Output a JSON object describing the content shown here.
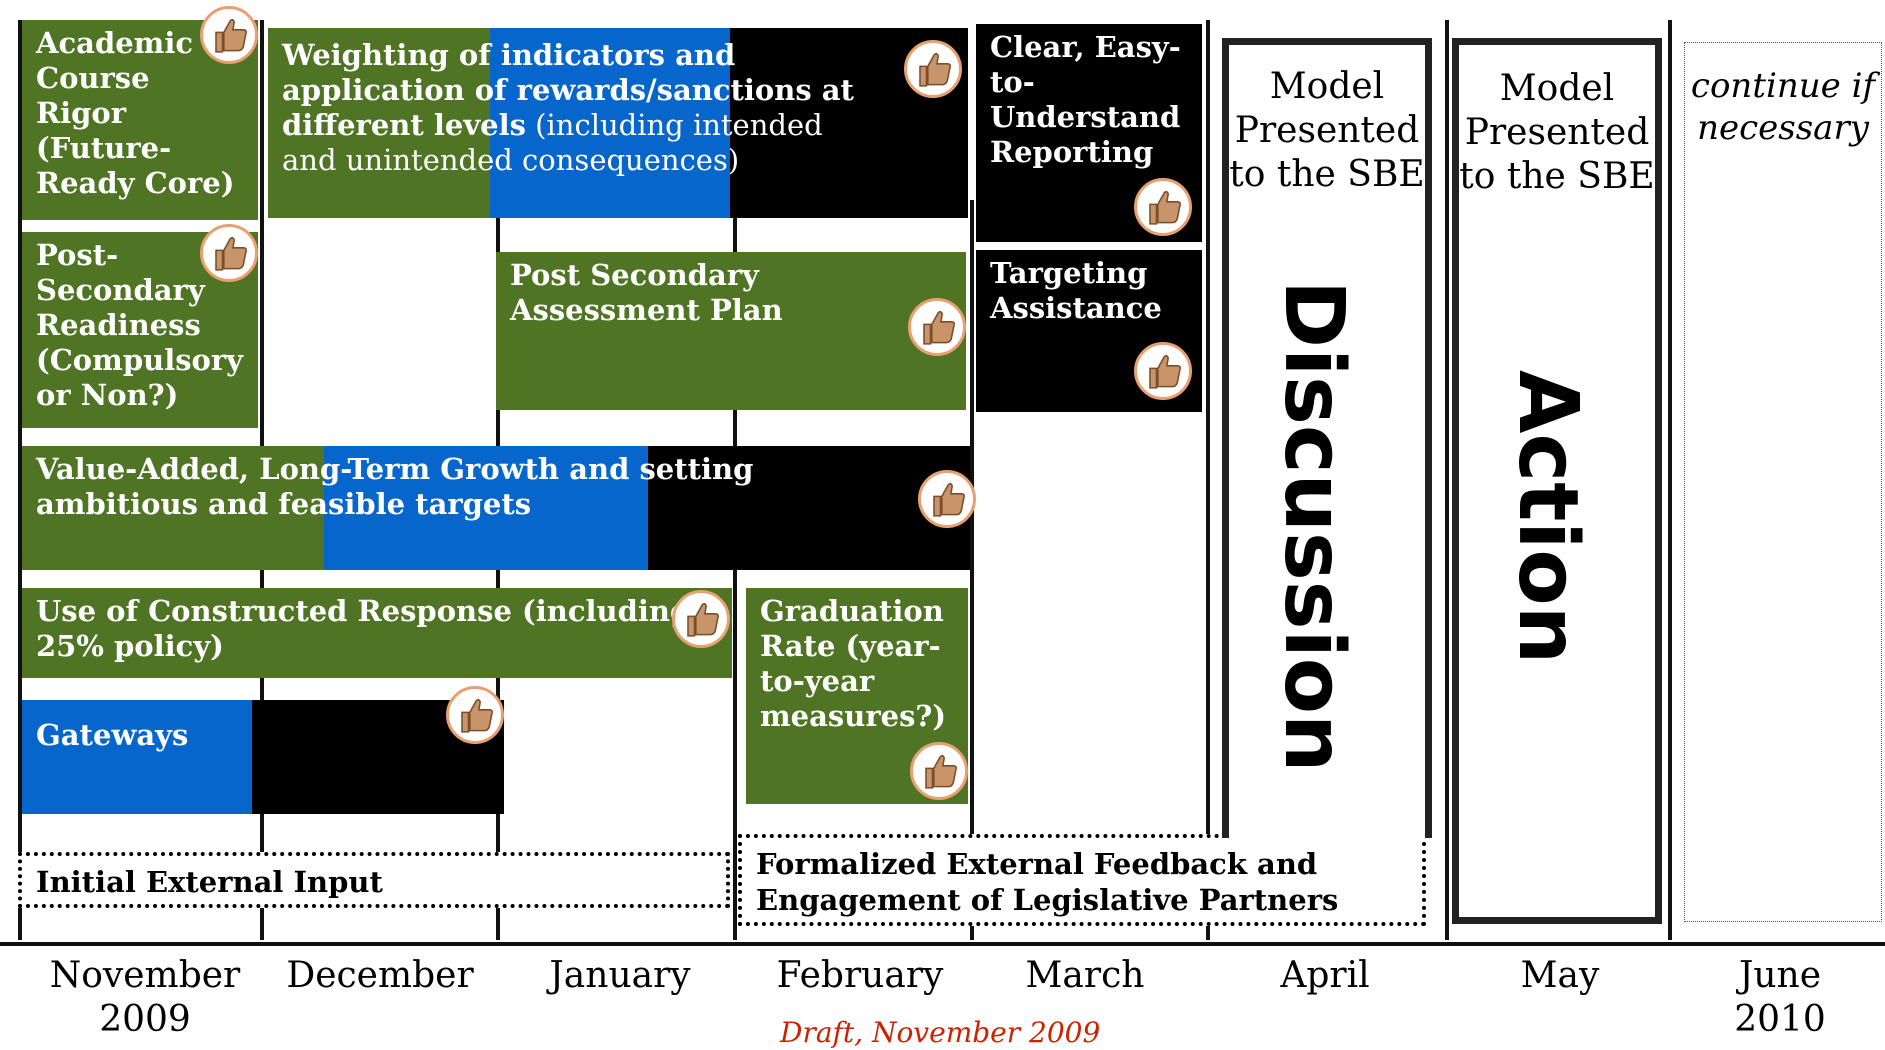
{
  "tasks": {
    "academic": "Academic Course Rigor (Future-Ready Core)",
    "postsecondary_readiness": "Post-Secondary Readiness (Compulsory or Non?)",
    "weighting_bold": "Weighting  of indicators and application of rewards/sanctions at different levels",
    "weighting_normal": " (including intended and unintended consequences)",
    "clear_reporting": "Clear, Easy-to-Understand Reporting",
    "targeting": "Targeting Assistance",
    "post_secondary_plan": "Post Secondary Assessment Plan",
    "value_added": "Value-Added, Long-Term Growth and setting ambitious and feasible targets",
    "constructed_response": "Use of Constructed Response (including 25% policy)",
    "graduation": "Graduation Rate (year-to-year measures?)",
    "gateways": "Gateways"
  },
  "phases": {
    "initial_input": "Initial External Input",
    "formalized_feedback": "Formalized External Feedback and Engagement of Legislative Partners",
    "model_april": "Model Presented to the SBE",
    "model_may": "Model Presented to the SBE",
    "discussion": "Discussion",
    "action": "Action",
    "continue": "continue if necessary"
  },
  "months": [
    "November 2009",
    "December",
    "January",
    "February",
    "March",
    "April",
    "May",
    "June 2010"
  ],
  "footer": "Draft, November 2009",
  "colors": {
    "green": "#4e7424",
    "blue": "#0766cc",
    "black": "#000000",
    "accent_red": "#cc2200"
  },
  "icon": "thumbs-up-icon"
}
